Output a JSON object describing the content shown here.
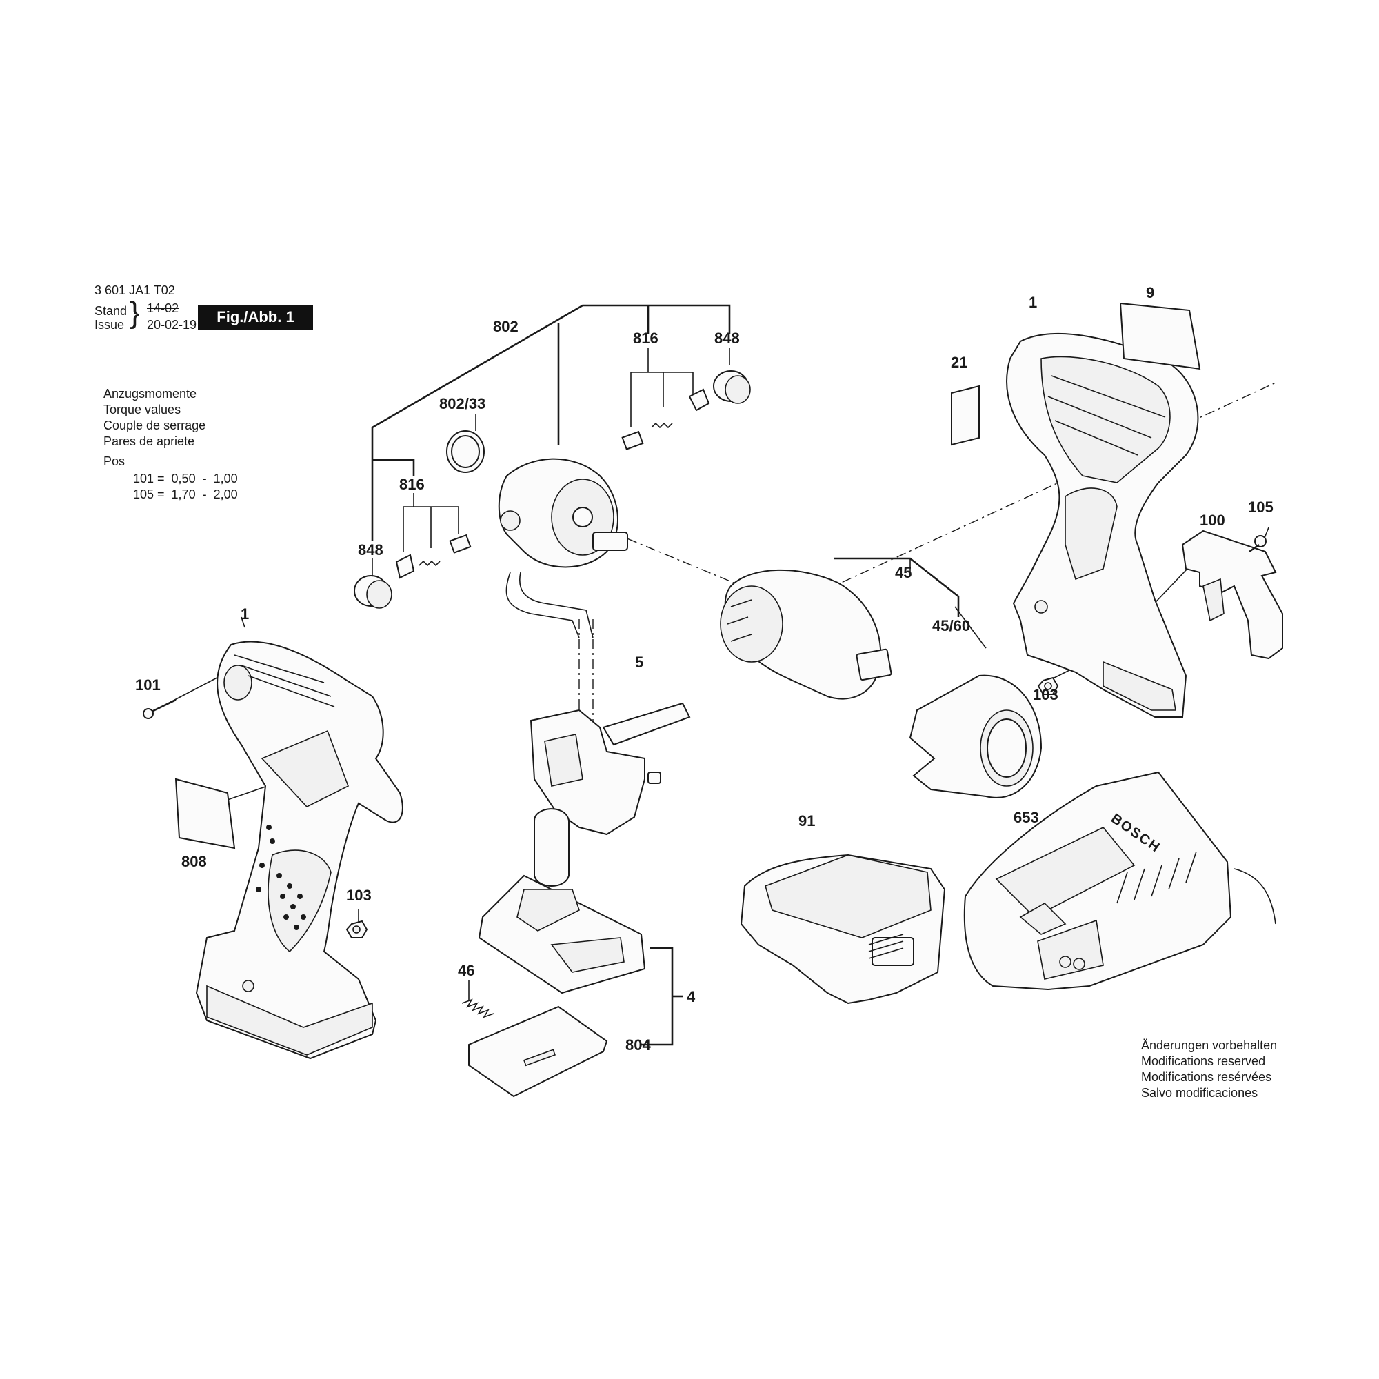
{
  "header": {
    "part_number": "3 601 JA1 T02",
    "stand_label": "Stand",
    "issue_label": "Issue",
    "stand_date": "14-02",
    "issue_date": "20-02-19",
    "figure": "Fig./Abb. 1"
  },
  "torque_box": {
    "lines": [
      "Anzugsmomente",
      "Torque values",
      "Couple de serrage",
      "Pares de apriete"
    ],
    "pos_label": "Pos",
    "rows": [
      "101 =  0,50  -  1,00",
      "105 =  1,70  -  2,00"
    ]
  },
  "notes": {
    "lines": [
      "Änderungen vorbehalten",
      "Modifications reserved",
      "Modifications resérvées",
      "Salvo modificaciones"
    ]
  },
  "labels": {
    "p802": "802",
    "p802_33": "802/33",
    "p816_top": "816",
    "p848_top": "848",
    "p816_left": "816",
    "p848_left": "848",
    "p1_right": "1",
    "p9": "9",
    "p21": "21",
    "p100": "100",
    "p105": "105",
    "p103_right": "103",
    "p45": "45",
    "p45_60": "45/60",
    "p5": "5",
    "p1_left": "1",
    "p101": "101",
    "p808": "808",
    "p103_left": "103",
    "p46": "46",
    "p4": "4",
    "p804": "804",
    "p91": "91",
    "p653": "653"
  }
}
